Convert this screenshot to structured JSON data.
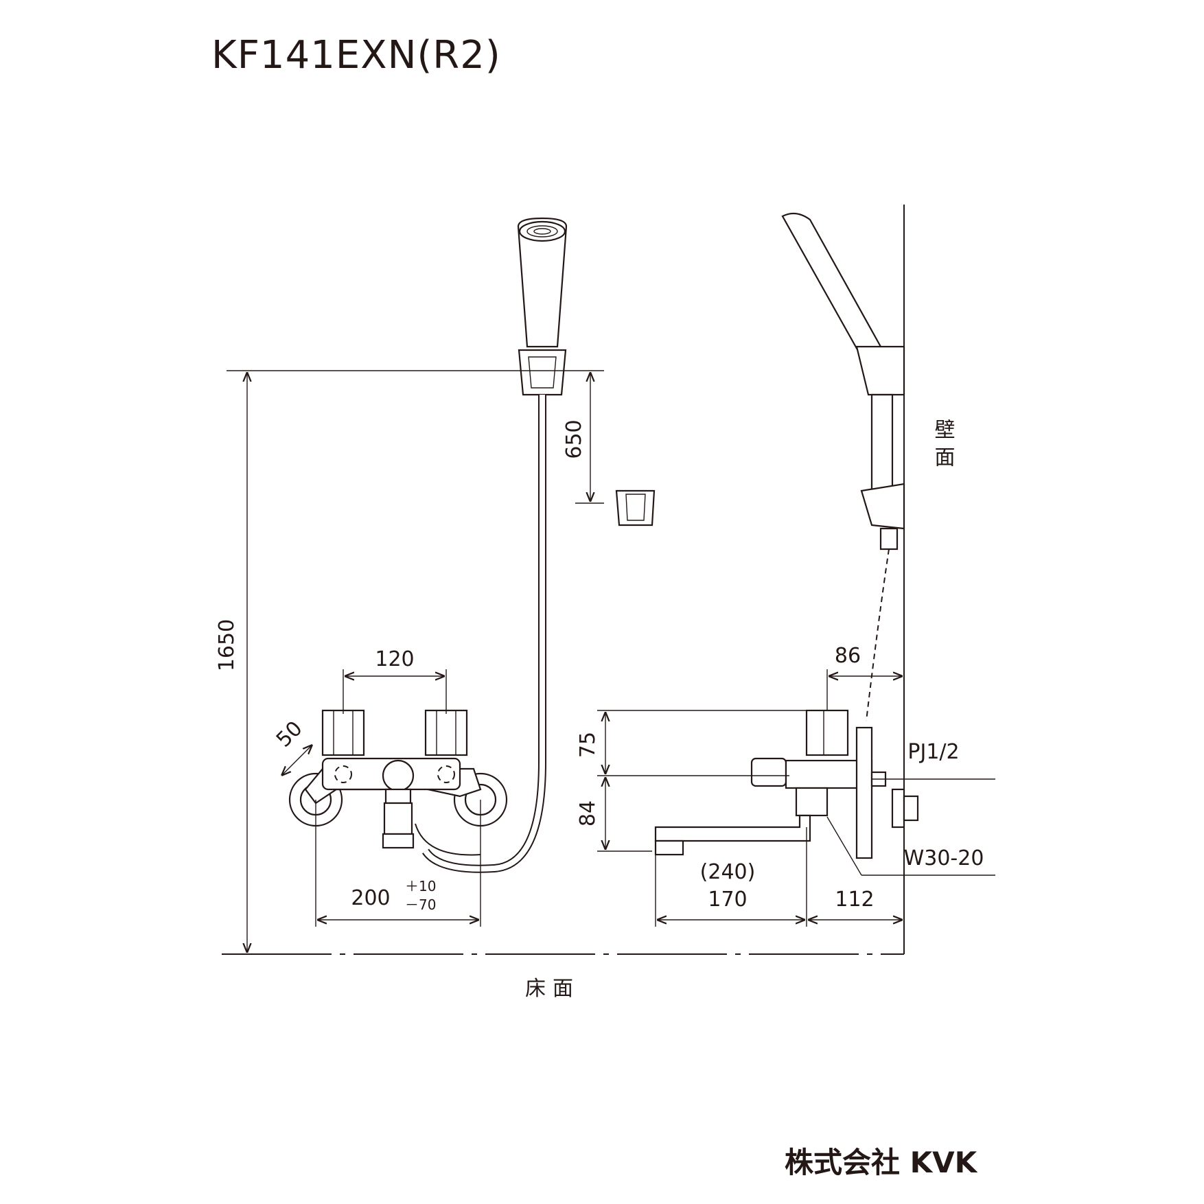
{
  "title": "KF141EXN(R2)",
  "company": "株式会社 KVK",
  "labels": {
    "wall": "壁面",
    "floor": "床面",
    "pipe_thread": "PJ1/2",
    "hose_thread": "W30-20"
  },
  "dimensions": {
    "height_holder": "1650",
    "holder_spacing": "650",
    "handle_pitch": "120",
    "angle_offset": "50",
    "inlet_pitch": "200",
    "tol_plus": "＋10",
    "tol_minus": "－70",
    "handle_height": "75",
    "spout_height": "84",
    "wall_to_handle": "86",
    "spout_reach_ref": "(240)",
    "spout_reach": "170",
    "body_depth": "112"
  },
  "icons": {
    "shower_head_front": "shower-head-icon",
    "shower_head_side": "shower-head-icon",
    "hook": "holder-hook-icon",
    "faucet_front": "faucet-icon",
    "faucet_side": "faucet-icon",
    "arrow": "dimension-arrow-icon"
  }
}
